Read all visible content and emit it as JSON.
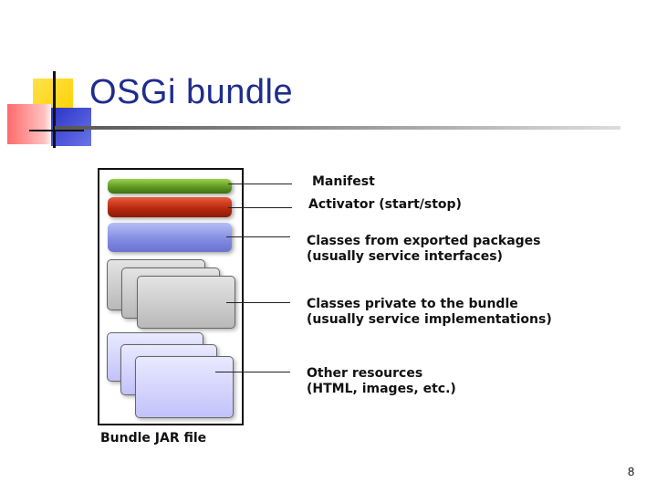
{
  "slide": {
    "title": "OSGi bundle",
    "page_number": "8"
  },
  "diagram": {
    "container_label": "Bundle JAR file",
    "labels": {
      "manifest": "Manifest",
      "activator": "Activator (start/stop)",
      "exported_line1": "Classes from exported packages",
      "exported_line2": "(usually service interfaces)",
      "private_line1": "Classes private to the bundle",
      "private_line2": "(usually service implementations)",
      "resources_line1": "Other resources",
      "resources_line2": "(HTML, images, etc.)"
    },
    "colors": {
      "manifest": "#5f9a24",
      "activator": "#b8290f",
      "exported": "#7f89e0",
      "private": "#c4c4c4",
      "resources": "#d2d2ff",
      "title": "#1e2d8c"
    }
  }
}
